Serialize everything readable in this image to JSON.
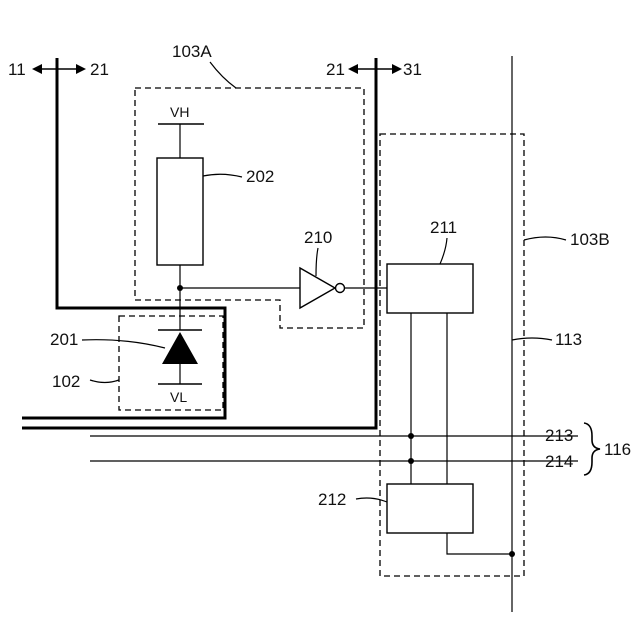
{
  "labels": {
    "l11": "11",
    "l21a": "21",
    "l21b": "21",
    "l31": "31",
    "l103A": "103A",
    "l103B": "103B",
    "lVH": "VH",
    "lVL": "VL",
    "l202": "202",
    "l201": "201",
    "l102": "102",
    "l210": "210",
    "l211": "211",
    "l212": "212",
    "l113": "113",
    "l213": "213",
    "l214": "214",
    "l116": "116"
  }
}
